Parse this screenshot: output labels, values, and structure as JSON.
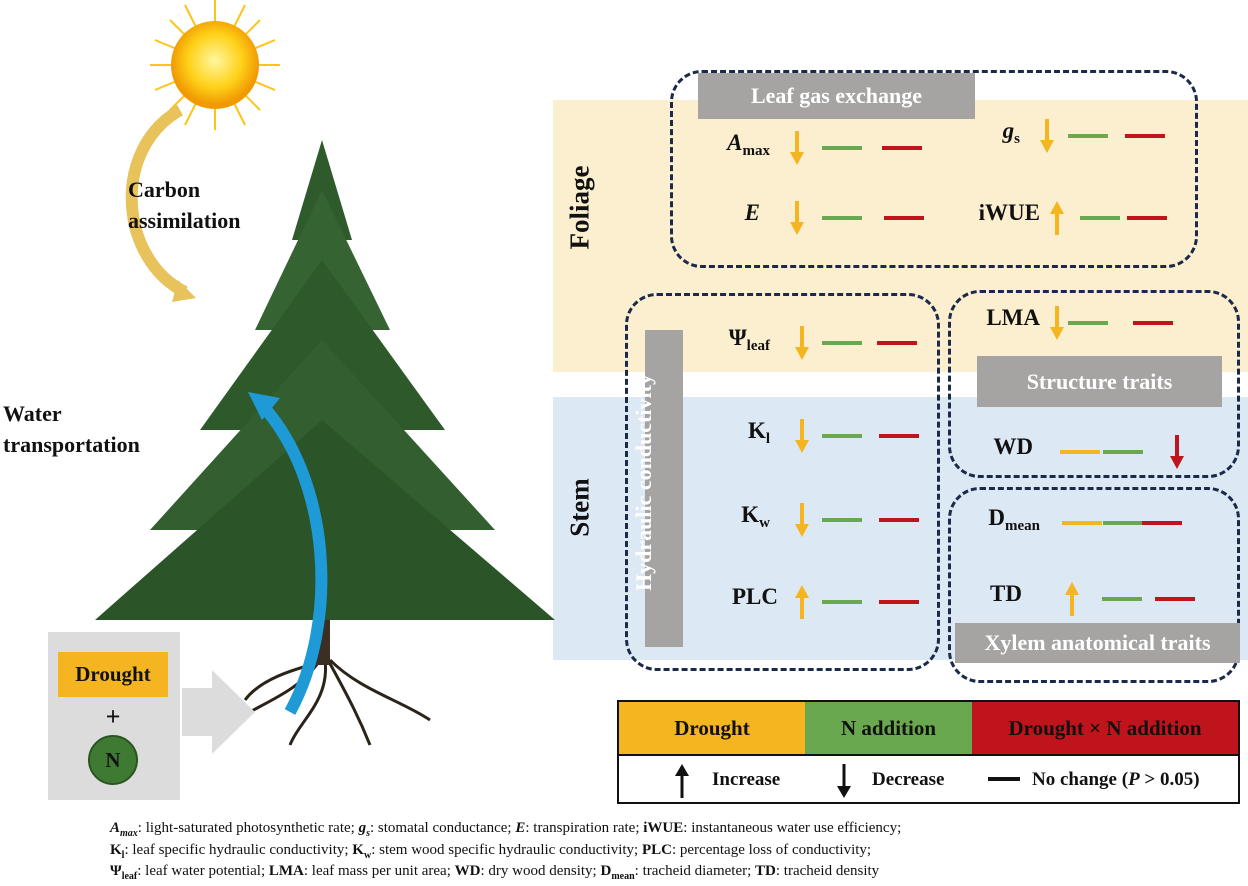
{
  "colors": {
    "drought": "#f5b520",
    "n_addition": "#6aa84f",
    "interaction": "#c0141c",
    "foliage_bg": "#fcefcf",
    "stem_bg": "#dce8f4",
    "label_gray": "#a6a4a3",
    "dash_border": "#1b2a4a"
  },
  "left": {
    "carbon_line1": "Carbon",
    "carbon_line2": "assimilation",
    "water_line1": "Water",
    "water_line2": "transportation",
    "drought": "Drought",
    "plus": "+",
    "n": "N"
  },
  "bands": {
    "foliage": "Foliage",
    "stem": "Stem"
  },
  "groups": {
    "leaf_gas": "Leaf gas exchange",
    "hydraulic": "Hydraulic conductivity",
    "structure": "Structure traits",
    "xylem": "Xylem anatomical traits"
  },
  "vars": {
    "amax": {
      "main": "A",
      "sub": "max",
      "drought": "decrease",
      "n": "no change",
      "dxn": "no change"
    },
    "gs": {
      "main": "g",
      "sub": "s",
      "drought": "decrease",
      "n": "no change",
      "dxn": "no change"
    },
    "e": {
      "main": "E",
      "drought": "decrease",
      "n": "no change",
      "dxn": "no change"
    },
    "iwue": {
      "main": "iWUE",
      "drought": "increase",
      "n": "no change",
      "dxn": "no change"
    },
    "psi": {
      "main": "Ψ",
      "sub": "leaf",
      "drought": "decrease",
      "n": "no change",
      "dxn": "no change"
    },
    "kl": {
      "main": "K",
      "sub": "l",
      "drought": "decrease",
      "n": "no change",
      "dxn": "no change"
    },
    "kw": {
      "main": "K",
      "sub": "w",
      "drought": "decrease",
      "n": "no change",
      "dxn": "no change"
    },
    "plc": {
      "main": "PLC",
      "drought": "increase",
      "n": "no change",
      "dxn": "no change"
    },
    "lma": {
      "main": "LMA",
      "drought": "decrease",
      "n": "no change",
      "dxn": "no change"
    },
    "wd": {
      "main": "WD",
      "drought": "no change",
      "n": "no change",
      "dxn": "decrease"
    },
    "dmean": {
      "main": "D",
      "sub": "mean",
      "drought": "no change",
      "n": "no change",
      "dxn": "no change"
    },
    "td": {
      "main": "TD",
      "drought": "increase",
      "n": "no change",
      "dxn": "no change"
    }
  },
  "legend": {
    "drought": "Drought",
    "n": "N addition",
    "dxn": "Drought × N addition",
    "increase": "Increase",
    "decrease": "Decrease",
    "nochange": "No change (",
    "p": "P",
    "nochange_tail": " > 0.05)"
  },
  "caption": {
    "l1": [
      [
        "A",
        "max",
        ": light-saturated photosynthetic rate; "
      ],
      [
        "g",
        "s",
        ": stomatal conductance; "
      ],
      [
        "E",
        "",
        ": transpiration rate; "
      ],
      [
        "iWUE",
        "",
        ": instantaneous water use efficiency;"
      ]
    ],
    "l2": [
      [
        "K",
        "l",
        ": leaf specific hydraulic conductivity; "
      ],
      [
        "K",
        "w",
        ": stem wood specific hydraulic conductivity; "
      ],
      [
        "PLC",
        "",
        ": percentage loss of conductivity;"
      ]
    ],
    "l3": [
      [
        "Ψ",
        "leaf",
        ": leaf water potential; "
      ],
      [
        "LMA",
        "",
        ": leaf mass per unit area; "
      ],
      [
        "WD",
        "",
        ": dry wood density; "
      ],
      [
        "D",
        "mean",
        ": tracheid diameter; "
      ],
      [
        "TD",
        "",
        ": tracheid density"
      ]
    ]
  }
}
